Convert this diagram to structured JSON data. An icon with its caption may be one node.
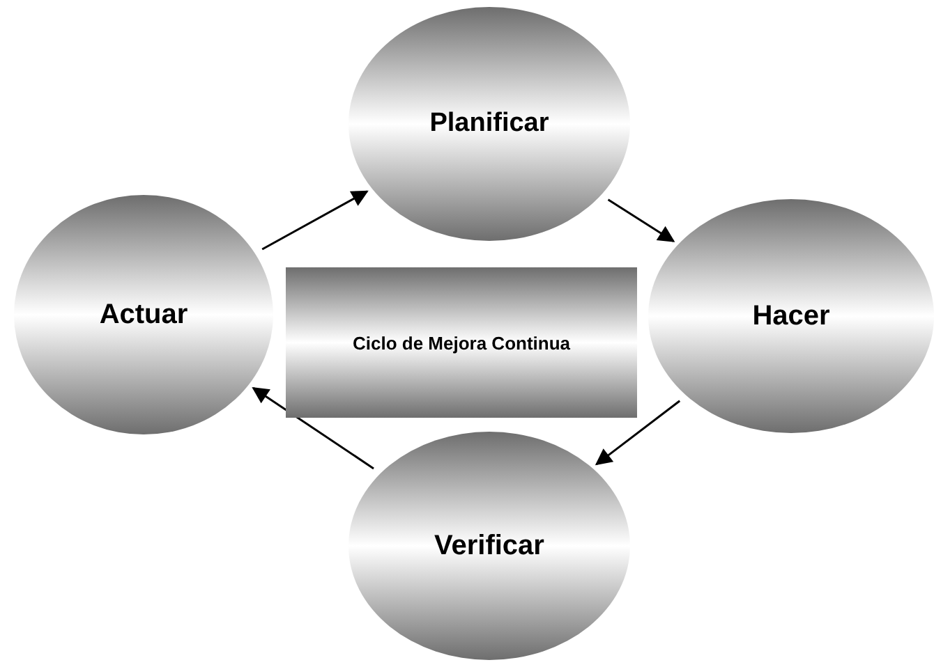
{
  "diagram": {
    "nodes": [
      {
        "text": [
          "Planificar"
        ]
      },
      {
        "text": [
          "Hacer"
        ]
      },
      {
        "text": [
          "Verificar"
        ]
      },
      {
        "text": [
          "Actuar"
        ]
      },
      {
        "text": [
          "Ciclo de Mejora Continua"
        ]
      }
    ],
    "edges": [
      {
        "from": 3,
        "to": 0,
        "arrow": "to"
      },
      {
        "from": 0,
        "to": 1,
        "arrow": "to"
      },
      {
        "from": 1,
        "to": 2,
        "arrow": "to"
      },
      {
        "from": 2,
        "to": 3,
        "arrow": "to"
      }
    ]
  }
}
